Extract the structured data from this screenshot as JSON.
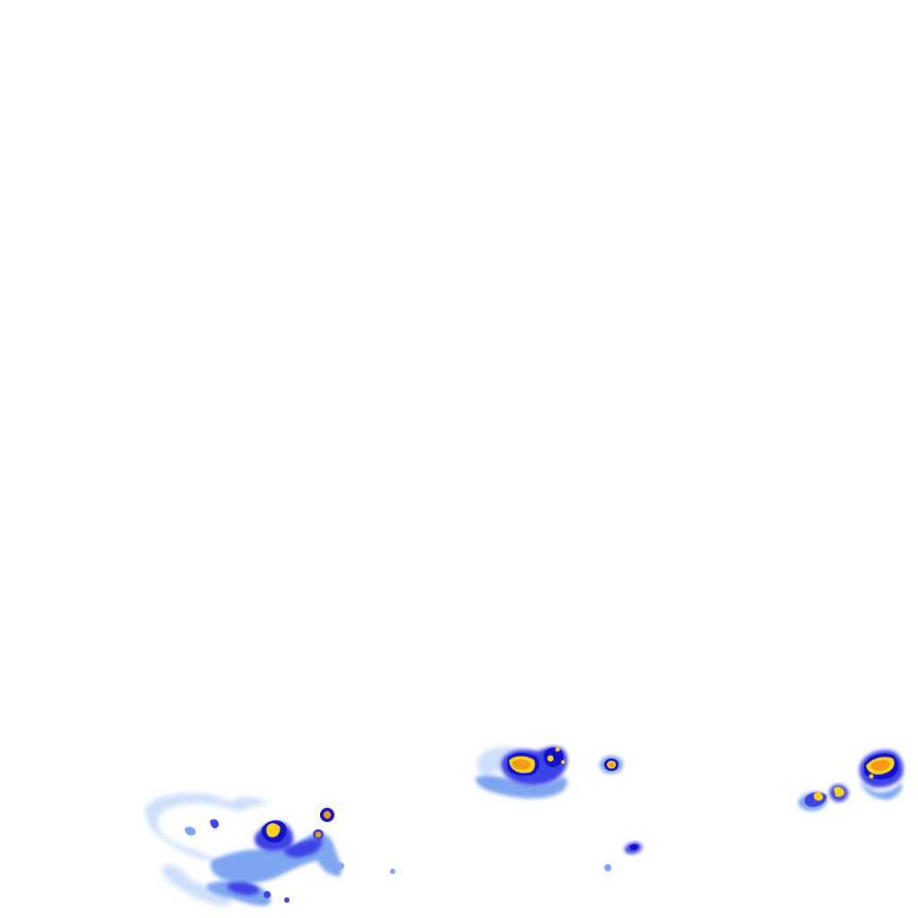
{
  "map": {
    "type": "precipitation-radar-overlay",
    "background_color": "#ffffff",
    "intensity_palette": {
      "very_light": "#cfe0fb",
      "light": "#7ea6f0",
      "moderate": "#3e43e6",
      "strong": "#1212c9",
      "heavy": "#ffd21a",
      "very_heavy": "#f29a12"
    },
    "cells": [
      {
        "region": "lower-left",
        "peak_intensity": "heavy"
      },
      {
        "region": "lower-center",
        "peak_intensity": "very_heavy"
      },
      {
        "region": "lower-center-small",
        "peak_intensity": "very_heavy"
      },
      {
        "region": "lower-right-small",
        "peak_intensity": "heavy"
      },
      {
        "region": "lower-right",
        "peak_intensity": "very_heavy"
      }
    ]
  }
}
